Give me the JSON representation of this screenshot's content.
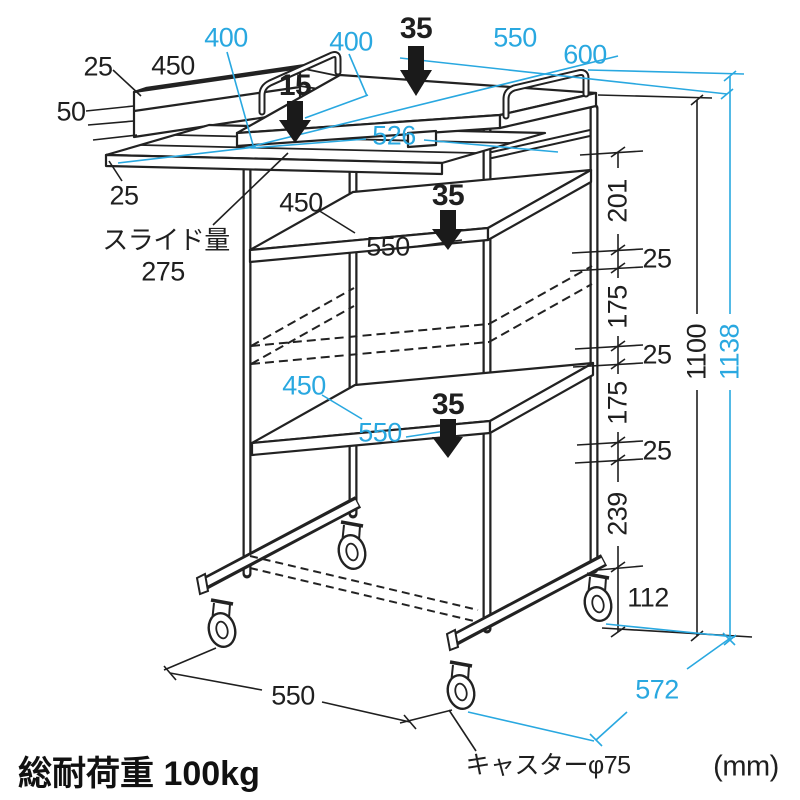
{
  "colors": {
    "accent": "#29a8e0",
    "ink": "#1f1f1f"
  },
  "dims": {
    "left_lip": "25",
    "left_depth": "450",
    "left_height": "50",
    "slide_depth_400": "400",
    "top_depth_400": "400",
    "top_gap_35": "35",
    "top_width": "550",
    "top_depth": "600",
    "slide_gap_15": "15",
    "slide_width": "526",
    "slide_thickness": "25",
    "slide_label": "スライド量",
    "slide_value": "275",
    "shelf2_depth": "450",
    "shelf2_width": "550",
    "shelf2_gap": "35",
    "shelf3_depth": "450",
    "shelf3_width": "550",
    "shelf3_gap": "35",
    "seg_201": "201",
    "seg_25_a": "25",
    "seg_175_a": "175",
    "seg_25_b": "25",
    "seg_175_b": "175",
    "seg_25_c": "25",
    "seg_239": "239",
    "seg_112": "112",
    "height_frame": "1100",
    "height_total": "1138",
    "base_width": "550",
    "base_depth": "572"
  },
  "notes": {
    "load": "総耐荷重 100kg",
    "caster": "キャスターφ75",
    "unit": "(mm)"
  }
}
